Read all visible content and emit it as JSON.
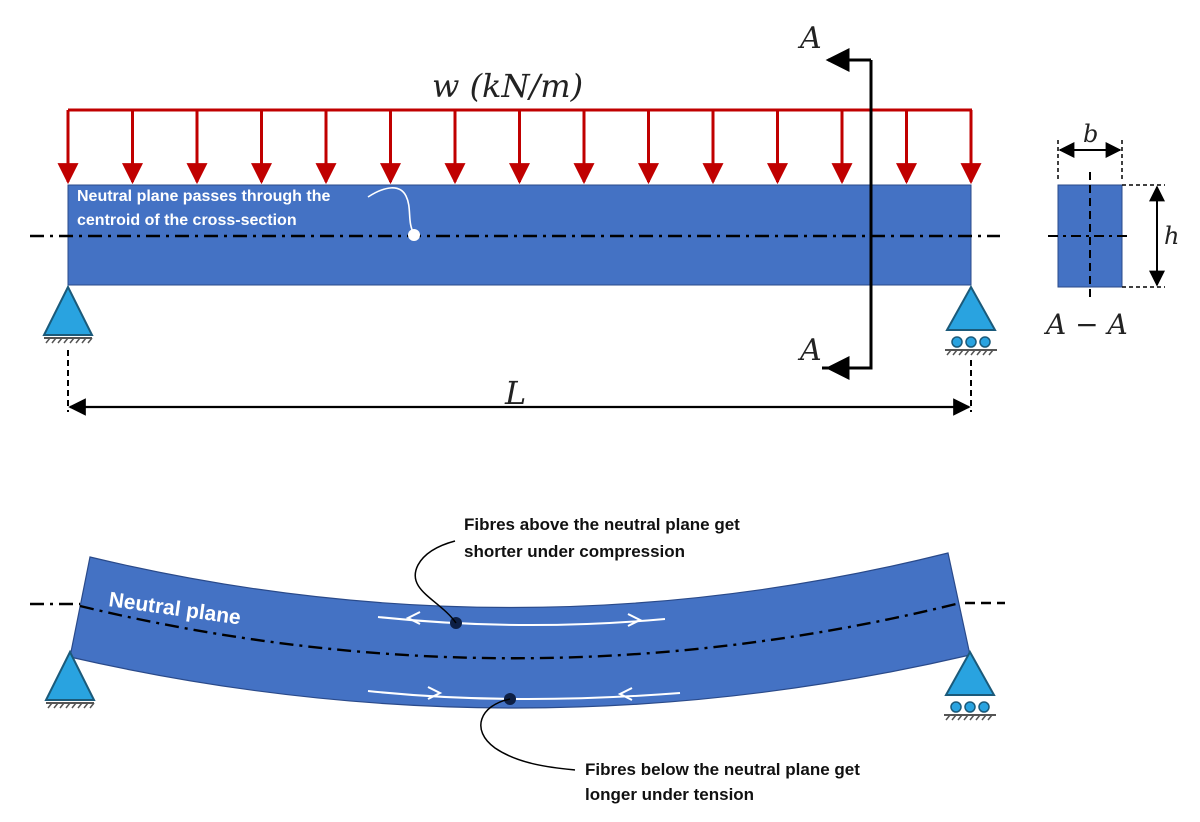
{
  "labels": {
    "load": "w (kN/m)",
    "section_mark_top": "A",
    "section_mark_bottom": "A",
    "span": "L",
    "section_title": "A − A",
    "width": "b",
    "height": "h",
    "neutral_note_line1": "Neutral plane passes through the",
    "neutral_note_line2": "centroid of the cross-section",
    "neutral_plane": "Neutral plane",
    "compression_line1": "Fibres above the neutral plane get",
    "compression_line2": "shorter under compression",
    "tension_line1": "Fibres below the neutral plane get",
    "tension_line2": "longer under tension"
  },
  "colors": {
    "beam": "#4472c4",
    "beam_outline": "#1f2f4f",
    "load": "#c00000",
    "support": "#29a3e0",
    "support_outline": "#1b5a7a",
    "line": "#000000",
    "text_on_beam": "#ffffff",
    "fibre": "#ffffff",
    "fibre_dot": "#0d1f44"
  }
}
